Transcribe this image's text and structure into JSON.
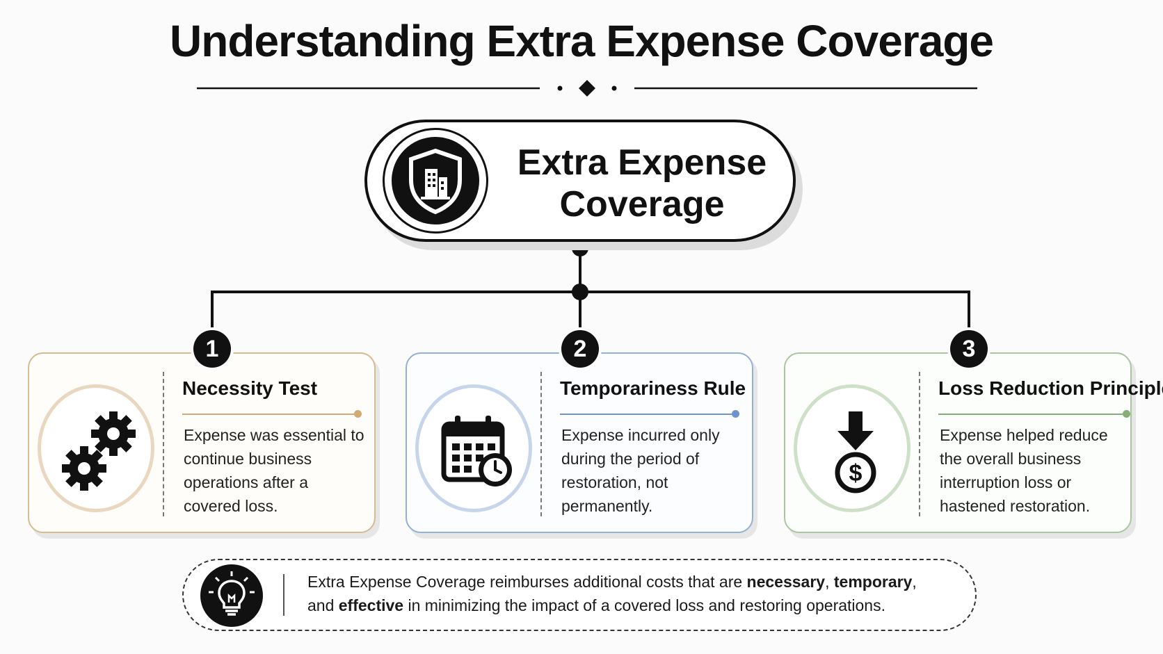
{
  "title": "Understanding Extra Expense Coverage",
  "hub": {
    "label_line1": "Extra Expense",
    "label_line2": "Coverage",
    "icon": "shield-building-icon"
  },
  "cards": [
    {
      "number": "1",
      "title": "Necessity Test",
      "icon": "gears-icon",
      "description": "Expense was essential to continue business operations after a covered loss.",
      "accent": "#d4aa74"
    },
    {
      "number": "2",
      "title": "Temporariness Rule",
      "icon": "calendar-clock-icon",
      "description": "Expense incurred only during the period of restoration, not permanently.",
      "accent": "#6d95cc"
    },
    {
      "number": "3",
      "title": "Loss Reduction Principle",
      "icon": "arrow-down-dollar-icon",
      "description": "Expense helped reduce the overall business interruption loss or hastened restoration.",
      "accent": "#86ad78"
    }
  ],
  "note": {
    "icon": "lightbulb-icon",
    "parts": [
      {
        "text": "Extra Expense Coverage reimburses additional costs that are ",
        "bold": false
      },
      {
        "text": "necessary",
        "bold": true
      },
      {
        "text": ", ",
        "bold": false
      },
      {
        "text": "temporary",
        "bold": true
      },
      {
        "text": ",",
        "bold": false
      },
      {
        "text": " and ",
        "bold": false
      },
      {
        "text": "effective",
        "bold": true
      },
      {
        "text": " in minimizing the impact of a covered loss and restoring operations.",
        "bold": false
      }
    ]
  }
}
